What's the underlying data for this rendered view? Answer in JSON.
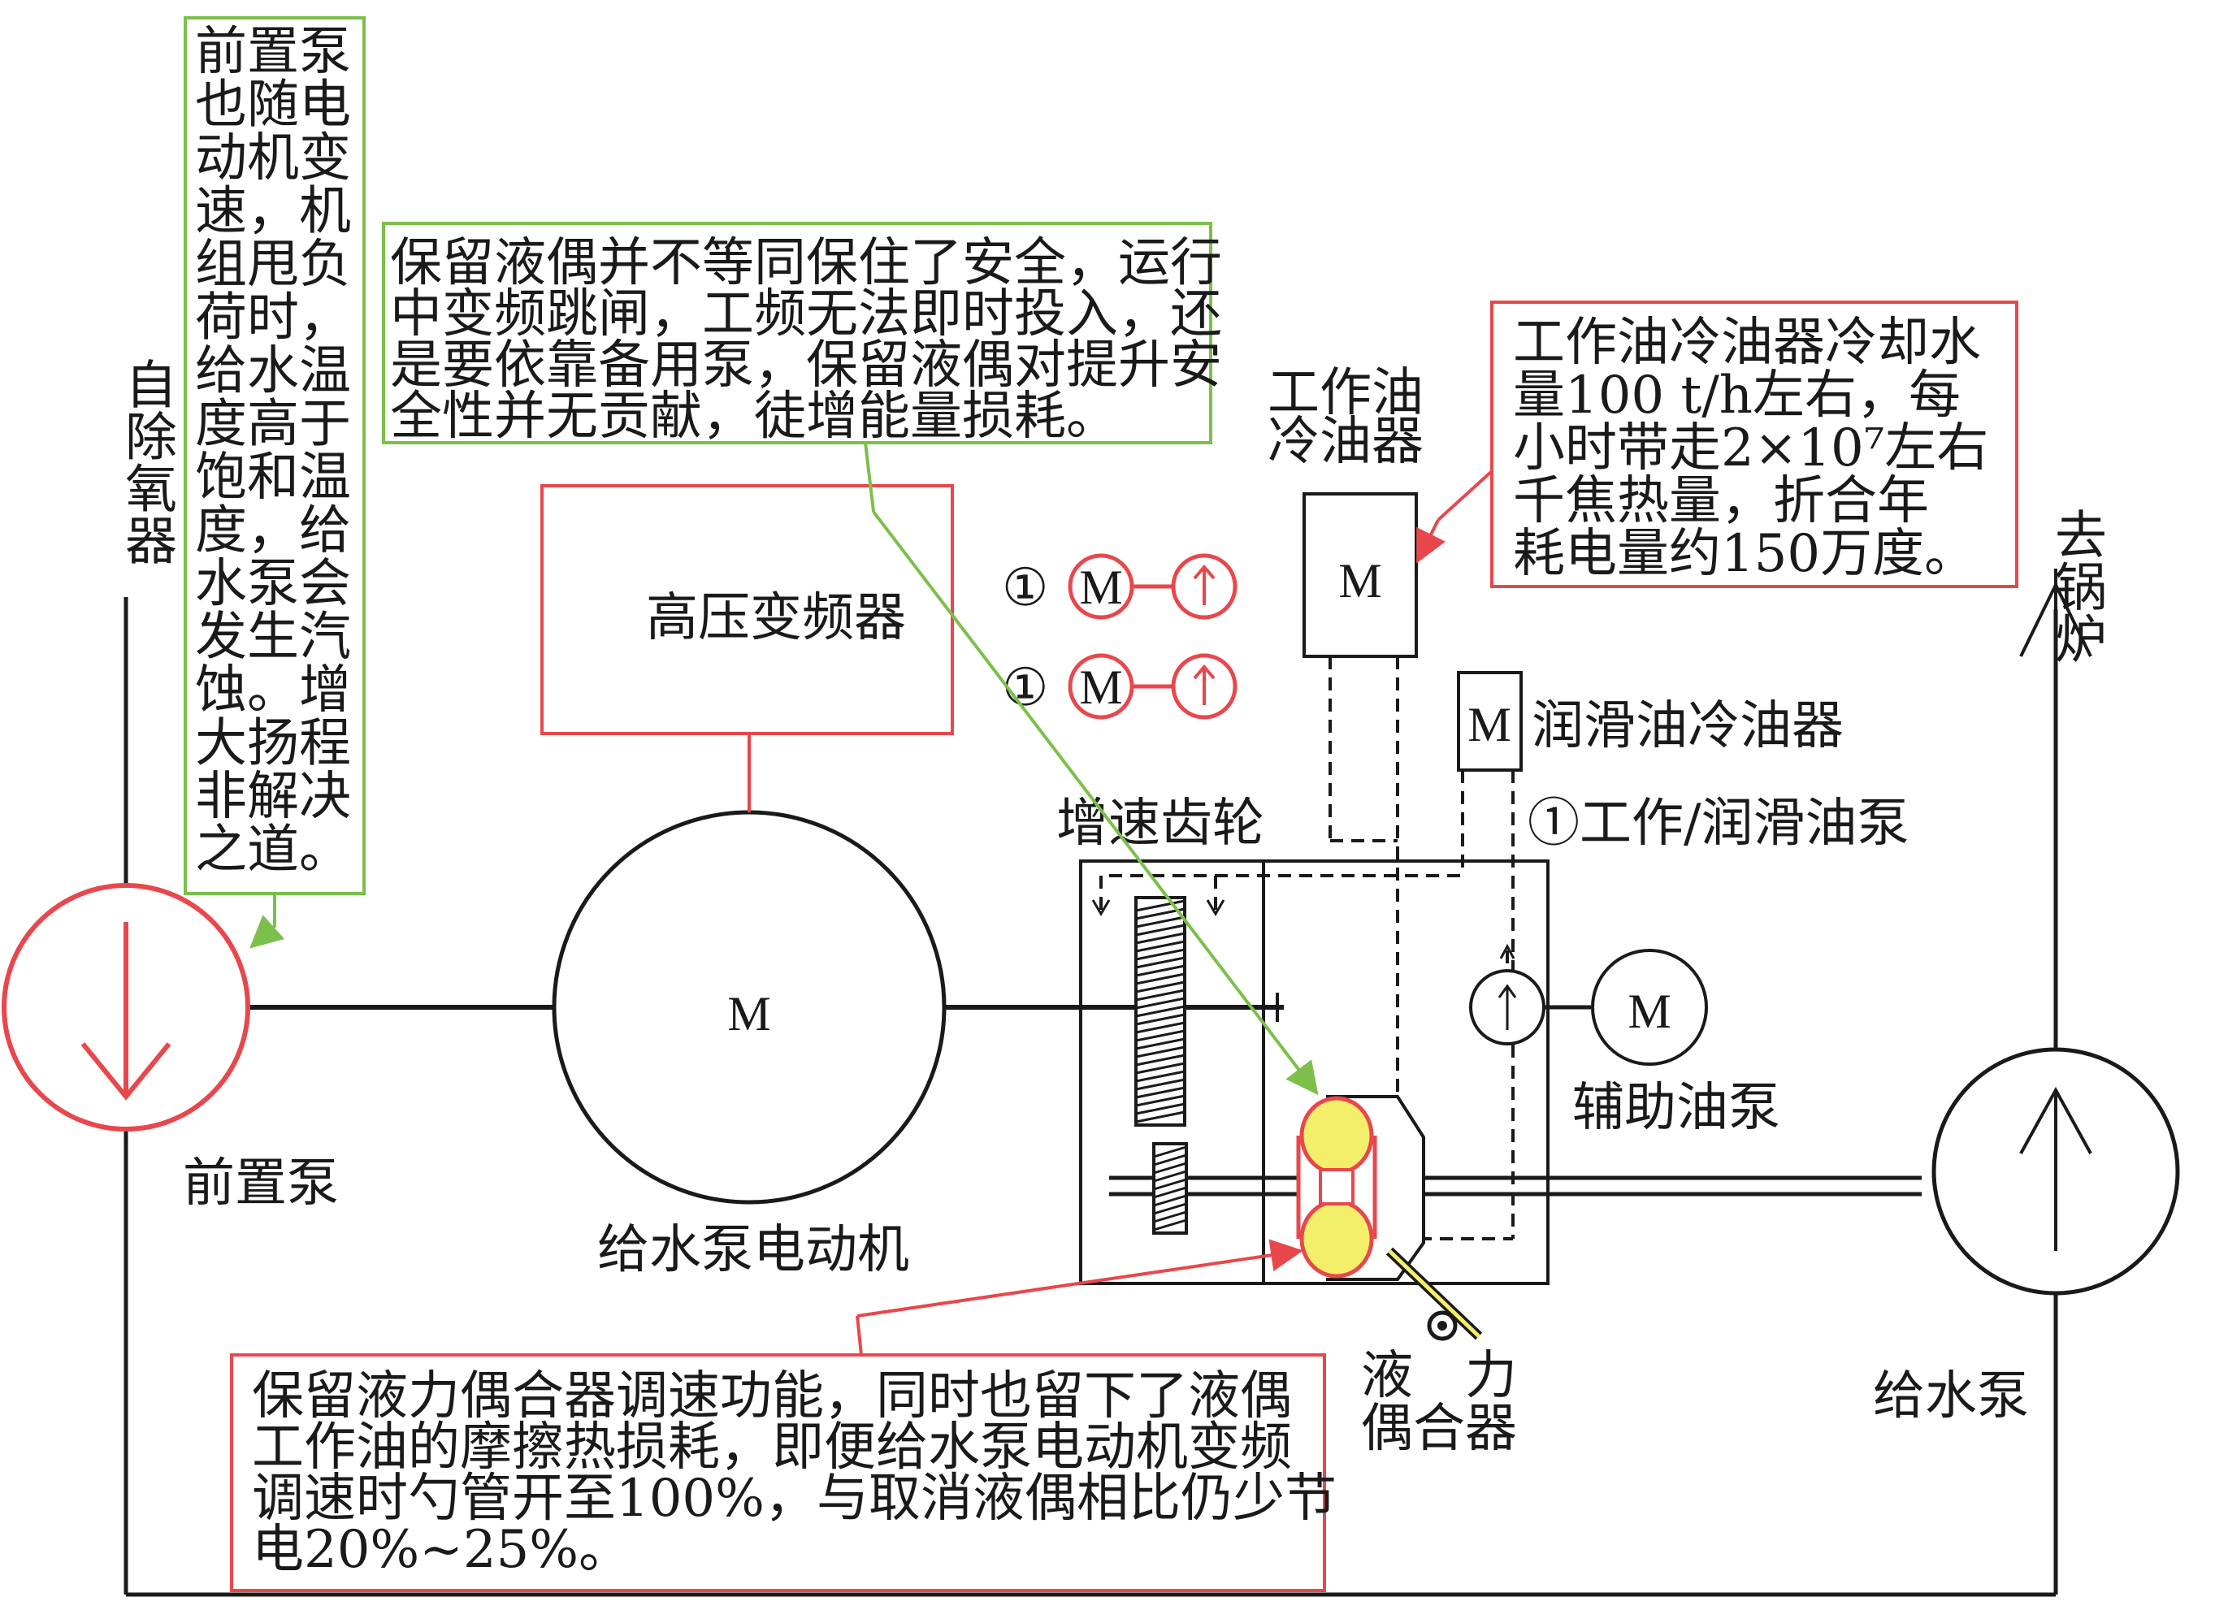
{
  "labels": {
    "deaerator": "自除氧器",
    "to_boiler": "去锅炉",
    "booster_pump": "前置泵",
    "feed_pump_motor": "给水泵电动机",
    "hv_vfd": "高压变频器",
    "working_oil_cooler": [
      "工作油",
      "冷油器"
    ],
    "lube_oil_cooler": "润滑油冷油器",
    "gearbox": "增速齿轮",
    "oil_pump": "①工作/润滑油泵",
    "aux_oil_pump": "辅助油泵",
    "fluid_coupling": [
      "液　力",
      "偶合器"
    ],
    "feed_pump": "给水泵",
    "motor": "M",
    "circle_one": "①"
  },
  "annotations": {
    "booster_note": {
      "lines": [
        "前置泵",
        "也随电",
        "动机变",
        "速，机",
        "组甩负",
        "荷时，",
        "给水温",
        "度高于",
        "饱和温",
        "度，给",
        "水泵会",
        "发生汽",
        "蚀。增",
        "大扬程",
        "非解决",
        "之道。"
      ],
      "border": "#7cbf4a"
    },
    "safety_note": {
      "lines": [
        "保留液偶并不等同保住了安全，运行",
        "中变频跳闸，工频无法即时投入，还",
        "是要依靠备用泵，保留液偶对提升安",
        "全性并无贡献，徒增能量损耗。"
      ],
      "border": "#7cbf4a"
    },
    "cooler_note": {
      "lines": [
        "工作油冷油器冷却水",
        "量100 t/h左右，每",
        "小时带走2×10⁷左右",
        "千焦热量，折合年",
        "耗电量约150万度。"
      ],
      "border": "#e8474c"
    },
    "coupling_note": {
      "lines": [
        "保留液力偶合器调速功能，同时也留下了液偶",
        "工作油的摩擦热损耗，即便给水泵电动机变频",
        "调速时勺管开至100%，与取消液偶相比仍少节",
        "电20%~25%。"
      ],
      "border": "#e8474c"
    }
  },
  "colors": {
    "red": "#e8474c",
    "green": "#7cbf4a",
    "line": "#1a1a1a",
    "yellow": "#f4ef6b"
  }
}
